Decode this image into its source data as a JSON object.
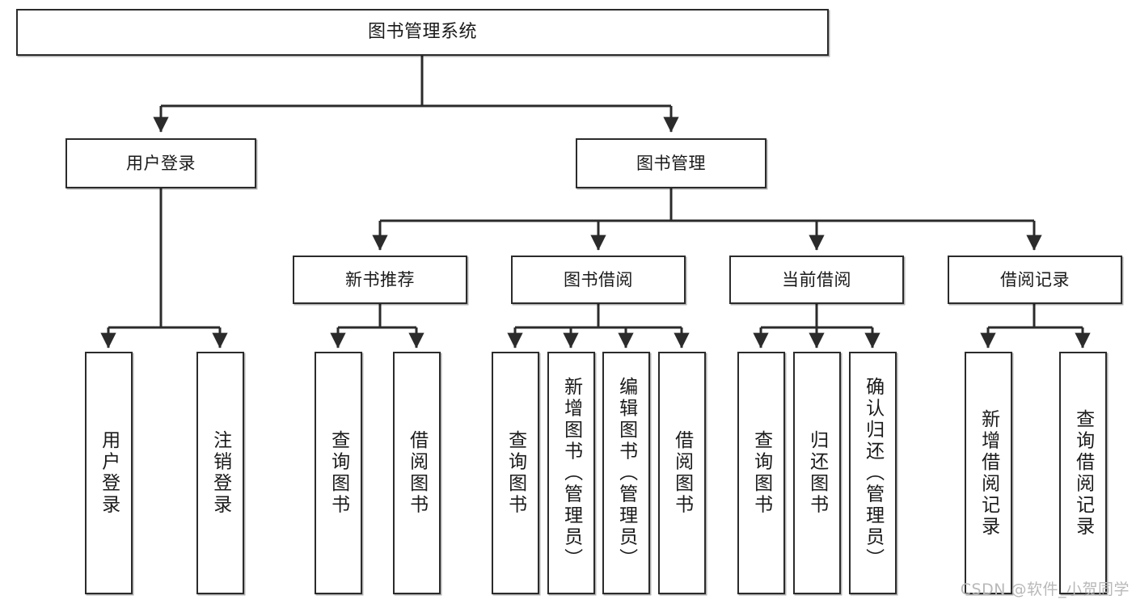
{
  "diagram": {
    "title": "图书管理系统",
    "type": "tree-hierarchy-diagram",
    "colors": {
      "box_border": "#2b2b2b",
      "box_fill": "#ffffff",
      "edge": "#2b2b2b",
      "text": "#1a1a1a",
      "watermark": "#b8b8b8",
      "background": "#ffffff"
    },
    "root": {
      "label": "图书管理系统"
    },
    "level1": [
      {
        "label": "用户登录"
      },
      {
        "label": "图书管理"
      }
    ],
    "level2": [
      {
        "label": "新书推荐"
      },
      {
        "label": "图书借阅"
      },
      {
        "label": "当前借阅"
      },
      {
        "label": "借阅记录"
      }
    ],
    "leaves": {
      "user_login": [
        {
          "label": "用户登录"
        },
        {
          "label": "注销登录"
        }
      ],
      "new_book_recommend": [
        {
          "label": "查询图书"
        },
        {
          "label": "借阅图书"
        }
      ],
      "book_borrow": [
        {
          "label": "查询图书"
        },
        {
          "label": "新增图书（管理员）"
        },
        {
          "label": "编辑图书（管理员）"
        },
        {
          "label": "借阅图书"
        }
      ],
      "current_borrow": [
        {
          "label": "查询图书"
        },
        {
          "label": "归还图书"
        },
        {
          "label": "确认归还（管理员）"
        }
      ],
      "borrow_record": [
        {
          "label": "新增借阅记录"
        },
        {
          "label": "查询借阅记录"
        }
      ]
    }
  },
  "watermark": {
    "text": "CSDN @软件_小贺同学"
  }
}
